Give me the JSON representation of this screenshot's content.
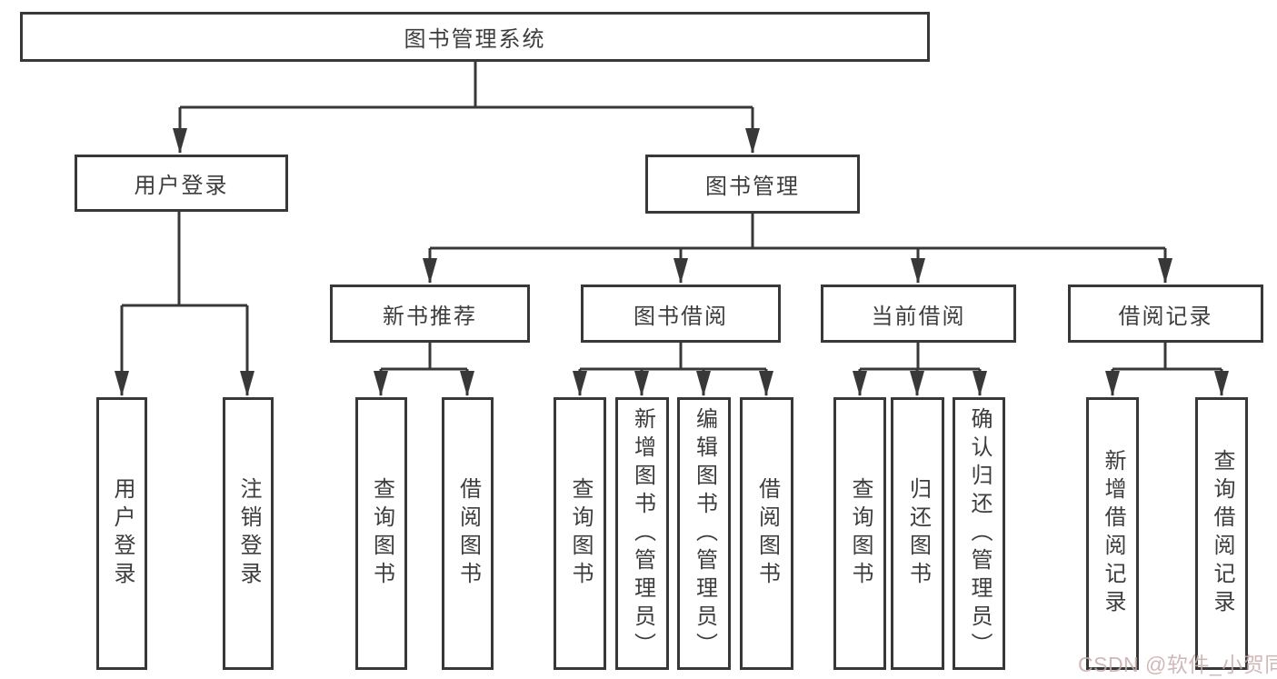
{
  "diagram": {
    "title": "图书管理系统",
    "tree": {
      "label": "图书管理系统",
      "children": [
        {
          "label": "用户登录",
          "children": [
            {
              "label": "用户登录"
            },
            {
              "label": "注销登录"
            }
          ]
        },
        {
          "label": "图书管理",
          "children": [
            {
              "label": "新书推荐",
              "children": [
                {
                  "label": "查询图书"
                },
                {
                  "label": "借阅图书"
                }
              ]
            },
            {
              "label": "图书借阅",
              "children": [
                {
                  "label": "查询图书"
                },
                {
                  "label": "新增图书（管理员）"
                },
                {
                  "label": "编辑图书（管理员）"
                },
                {
                  "label": "借阅图书"
                }
              ]
            },
            {
              "label": "当前借阅",
              "children": [
                {
                  "label": "查询图书"
                },
                {
                  "label": "归还图书"
                },
                {
                  "label": "确认归还（管理员）"
                }
              ]
            },
            {
              "label": "借阅记录",
              "children": [
                {
                  "label": "新增借阅记录"
                },
                {
                  "label": "查询借阅记录"
                }
              ]
            }
          ]
        }
      ]
    },
    "colors": {
      "line": "#383838",
      "text": "#3d3d3d",
      "background": "#ffffff",
      "watermark": "#c9abab"
    }
  },
  "watermark": {
    "text": "CSDN @软件_小贺同学"
  }
}
